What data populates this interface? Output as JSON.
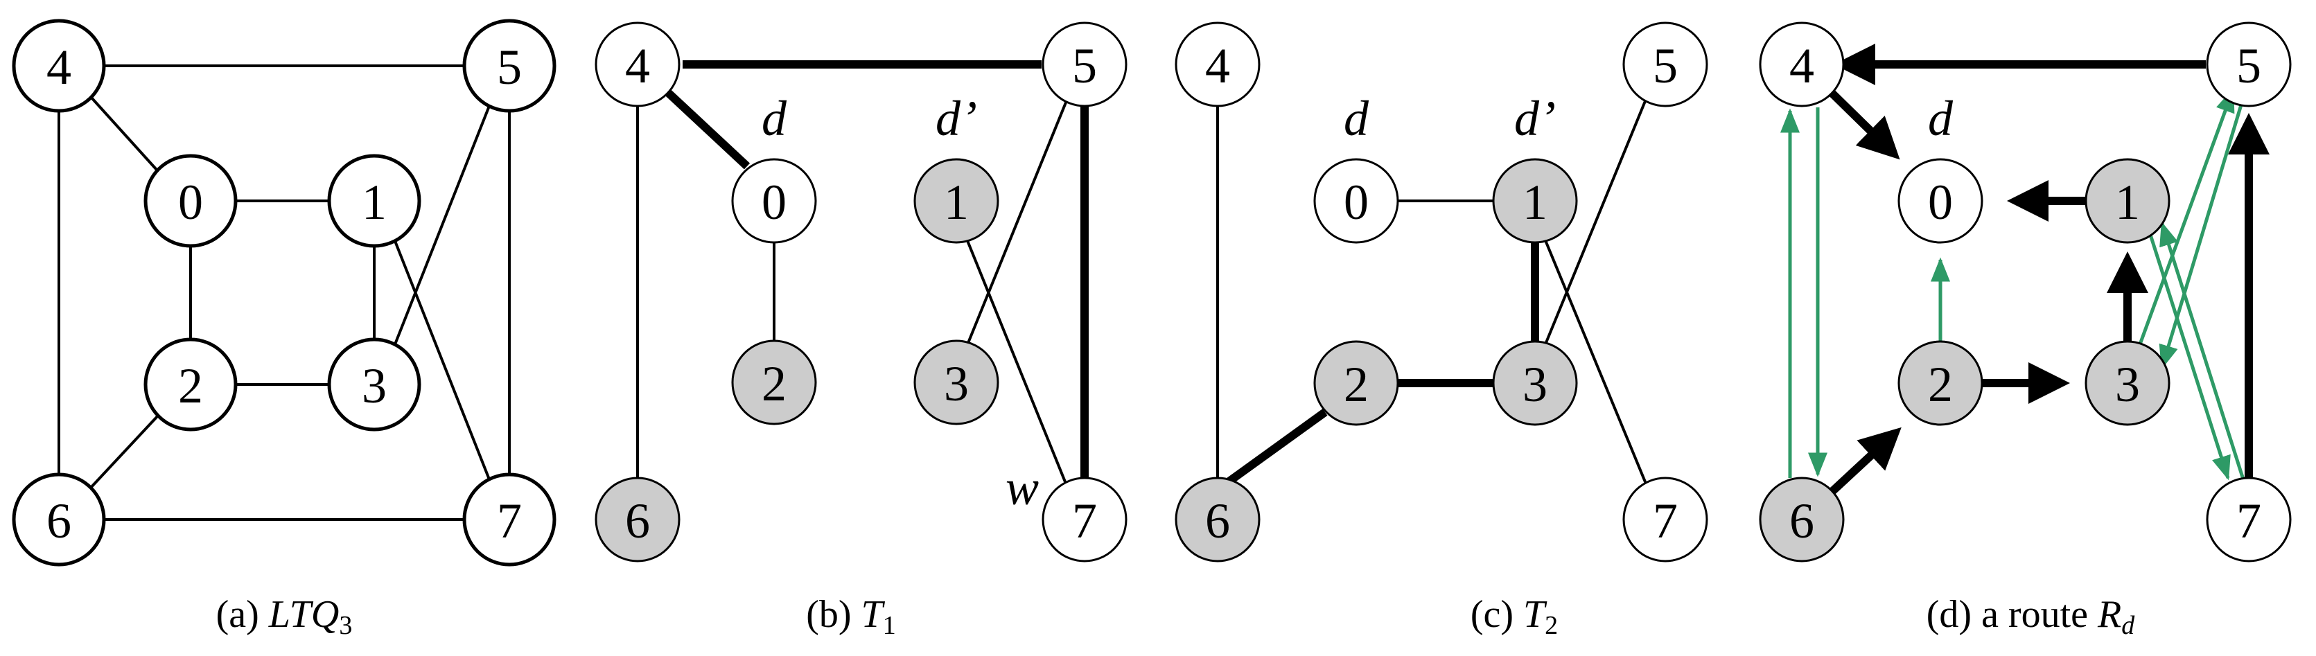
{
  "colors": {
    "edge": "#000000",
    "route_green": "#2e9a66",
    "node_fill_white": "#ffffff",
    "node_fill_gray": "#cccccc"
  },
  "panels": {
    "a": {
      "caption_prefix": "(a) ",
      "caption_math": "LTQ",
      "caption_sub": "3"
    },
    "b": {
      "caption_prefix": "(b) ",
      "caption_math": "T",
      "caption_sub": "1",
      "label_d": "d",
      "label_dprime": "d’",
      "label_w": "w"
    },
    "c": {
      "caption_prefix": "(c) ",
      "caption_math": "T",
      "caption_sub": "2",
      "label_d": "d",
      "label_dprime": "d’"
    },
    "d": {
      "caption_prefix": "(d) a route ",
      "caption_math": "R",
      "caption_sub": "d",
      "label_d": "d"
    }
  },
  "nodes": {
    "n0": "0",
    "n1": "1",
    "n2": "2",
    "n3": "3",
    "n4": "4",
    "n5": "5",
    "n6": "6",
    "n7": "7"
  }
}
